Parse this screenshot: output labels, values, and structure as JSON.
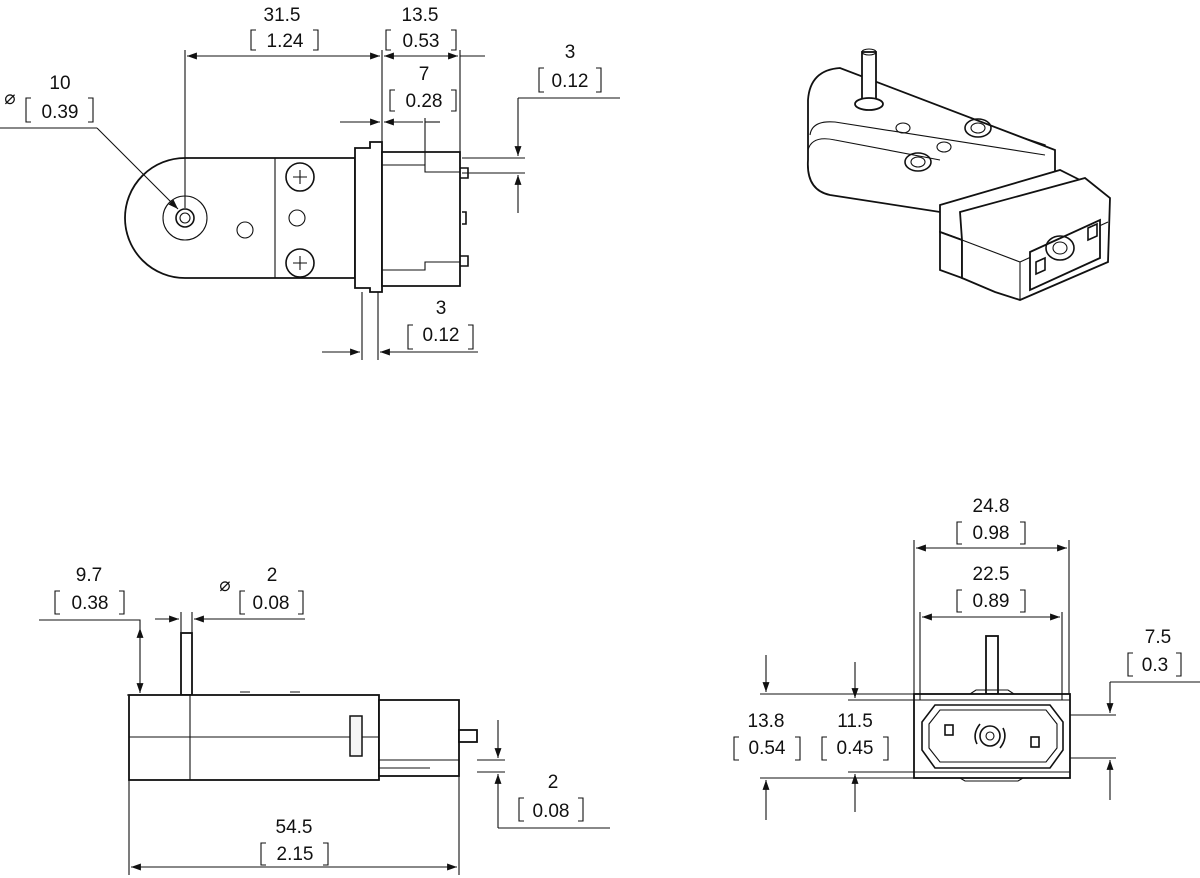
{
  "colors": {
    "ink": "#111111",
    "paper": "#ffffff"
  },
  "dimensions": {
    "shaft_diameter": {
      "mm": "10",
      "in": "0.39",
      "symbol": "⌀"
    },
    "length_31_5": {
      "mm": "31.5",
      "in": "1.24"
    },
    "length_13_5": {
      "mm": "13.5",
      "in": "0.53"
    },
    "length_7": {
      "mm": "7",
      "in": "0.28"
    },
    "right_3": {
      "mm": "3",
      "in": "0.12"
    },
    "bottom_3": {
      "mm": "3",
      "in": "0.12"
    },
    "side_9_7": {
      "mm": "9.7",
      "in": "0.38"
    },
    "side_shaft_diameter": {
      "mm": "2",
      "in": "0.08",
      "symbol": "⌀"
    },
    "side_2": {
      "mm": "2",
      "in": "0.08"
    },
    "side_length": {
      "mm": "54.5",
      "in": "2.15"
    },
    "end_width_outer": {
      "mm": "24.8",
      "in": "0.98"
    },
    "end_width_inner": {
      "mm": "22.5",
      "in": "0.89"
    },
    "end_7_5": {
      "mm": "7.5",
      "in": "0.3"
    },
    "end_height_outer": {
      "mm": "13.8",
      "in": "0.54"
    },
    "end_height_inner": {
      "mm": "11.5",
      "in": "0.45"
    }
  }
}
